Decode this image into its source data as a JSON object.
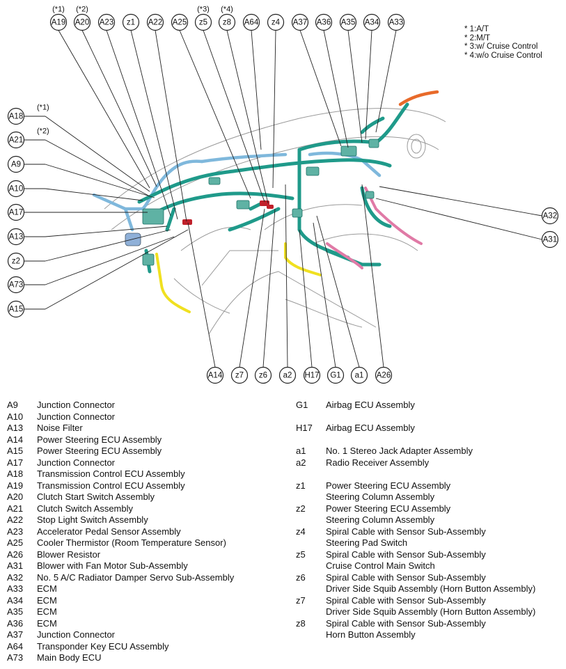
{
  "callouts_top": [
    {
      "code": "A19",
      "note": "(*1)"
    },
    {
      "code": "A20",
      "note": "(*2)"
    },
    {
      "code": "A23",
      "note": ""
    },
    {
      "code": "z1",
      "note": ""
    },
    {
      "code": "A22",
      "note": ""
    },
    {
      "code": "A25",
      "note": ""
    },
    {
      "code": "z5",
      "note": "(*3)"
    },
    {
      "code": "z8",
      "note": "(*4)"
    },
    {
      "code": "A64",
      "note": ""
    },
    {
      "code": "z4",
      "note": ""
    },
    {
      "code": "A37",
      "note": ""
    },
    {
      "code": "A36",
      "note": ""
    },
    {
      "code": "A35",
      "note": ""
    },
    {
      "code": "A34",
      "note": ""
    },
    {
      "code": "A33",
      "note": ""
    }
  ],
  "callouts_left": [
    {
      "code": "A18",
      "note": "(*1)"
    },
    {
      "code": "A21",
      "note": "(*2)"
    },
    {
      "code": "A9",
      "note": ""
    },
    {
      "code": "A10",
      "note": ""
    },
    {
      "code": "A17",
      "note": ""
    },
    {
      "code": "A13",
      "note": ""
    },
    {
      "code": "z2",
      "note": ""
    },
    {
      "code": "A73",
      "note": ""
    },
    {
      "code": "A15",
      "note": ""
    }
  ],
  "callouts_right": [
    {
      "code": "A32",
      "note": ""
    },
    {
      "code": "A31",
      "note": ""
    }
  ],
  "callouts_bottom": [
    {
      "code": "A14",
      "note": ""
    },
    {
      "code": "z7",
      "note": ""
    },
    {
      "code": "z6",
      "note": ""
    },
    {
      "code": "a2",
      "note": ""
    },
    {
      "code": "H17",
      "note": ""
    },
    {
      "code": "G1",
      "note": ""
    },
    {
      "code": "a1",
      "note": ""
    },
    {
      "code": "A26",
      "note": ""
    }
  ],
  "footnotes": [
    "* 1:A/T",
    "* 2:M/T",
    "* 3:w/ Cruise Control",
    "* 4:w/o Cruise Control"
  ],
  "legend_left": [
    {
      "code": "A9",
      "name": "Junction Connector"
    },
    {
      "code": "A10",
      "name": "Junction Connector"
    },
    {
      "code": "A13",
      "name": "Noise Filter"
    },
    {
      "code": "A14",
      "name": "Power Steering ECU Assembly"
    },
    {
      "code": "A15",
      "name": "Power Steering ECU Assembly"
    },
    {
      "code": "A17",
      "name": "Junction Connector"
    },
    {
      "code": "A18",
      "name": "Transmission Control ECU Assembly"
    },
    {
      "code": "A19",
      "name": "Transmission Control ECU Assembly"
    },
    {
      "code": "A20",
      "name": "Clutch Start Switch Assembly"
    },
    {
      "code": "A21",
      "name": "Clutch Switch Assembly"
    },
    {
      "code": "A22",
      "name": "Stop Light Switch Assembly"
    },
    {
      "code": "A23",
      "name": "Accelerator Pedal Sensor Assembly"
    },
    {
      "code": "A25",
      "name": "Cooler Thermistor (Room Temperature Sensor)"
    },
    {
      "code": "A26",
      "name": "Blower Resistor"
    },
    {
      "code": "A31",
      "name": "Blower with Fan Motor Sub-Assembly"
    },
    {
      "code": "A32",
      "name": "No. 5 A/C Radiator Damper Servo Sub-Assembly"
    },
    {
      "code": "A33",
      "name": "ECM"
    },
    {
      "code": "A34",
      "name": "ECM"
    },
    {
      "code": "A35",
      "name": "ECM"
    },
    {
      "code": "A36",
      "name": "ECM"
    },
    {
      "code": "A37",
      "name": "Junction Connector"
    },
    {
      "code": "A64",
      "name": "Transponder Key ECU Assembly"
    },
    {
      "code": "A73",
      "name": "Main Body ECU"
    }
  ],
  "legend_right": [
    {
      "code": "G1",
      "name": "Airbag ECU Assembly",
      "name2": ""
    },
    {
      "gap": true
    },
    {
      "code": "H17",
      "name": "Airbag ECU Assembly",
      "name2": ""
    },
    {
      "gap": true
    },
    {
      "code": "a1",
      "name": "No. 1 Stereo Jack Adapter Assembly",
      "name2": ""
    },
    {
      "code": "a2",
      "name": "Radio Receiver Assembly",
      "name2": ""
    },
    {
      "gap": true
    },
    {
      "code": "z1",
      "name": "Power Steering ECU Assembly",
      "name2": "Steering Column Assembly"
    },
    {
      "code": "z2",
      "name": "Power Steering ECU Assembly",
      "name2": "Steering Column Assembly"
    },
    {
      "code": "z4",
      "name": "Spiral Cable with Sensor Sub-Assembly",
      "name2": "Steering Pad Switch"
    },
    {
      "code": "z5",
      "name": "Spiral Cable with Sensor Sub-Assembly",
      "name2": "Cruise Control Main Switch"
    },
    {
      "code": "z6",
      "name": "Spiral Cable with Sensor Sub-Assembly",
      "name2": "Driver Side Squib Assembly (Horn Button Assembly)"
    },
    {
      "code": "z7",
      "name": "Spiral Cable with Sensor Sub-Assembly",
      "name2": "Driver Side Squib Assembly (Horn Button Assembly)"
    },
    {
      "code": "z8",
      "name": "Spiral Cable with Sensor Sub-Assembly",
      "name2": "Horn Button Assembly"
    }
  ],
  "colors": {
    "harness_main": "#1f9a8a",
    "harness_blue": "#7fb8dc",
    "harness_yellow": "#f0e020",
    "harness_pink": "#e07aa6",
    "harness_orange": "#e86a2a",
    "harness_red": "#c0202a",
    "outline": "#888888"
  }
}
